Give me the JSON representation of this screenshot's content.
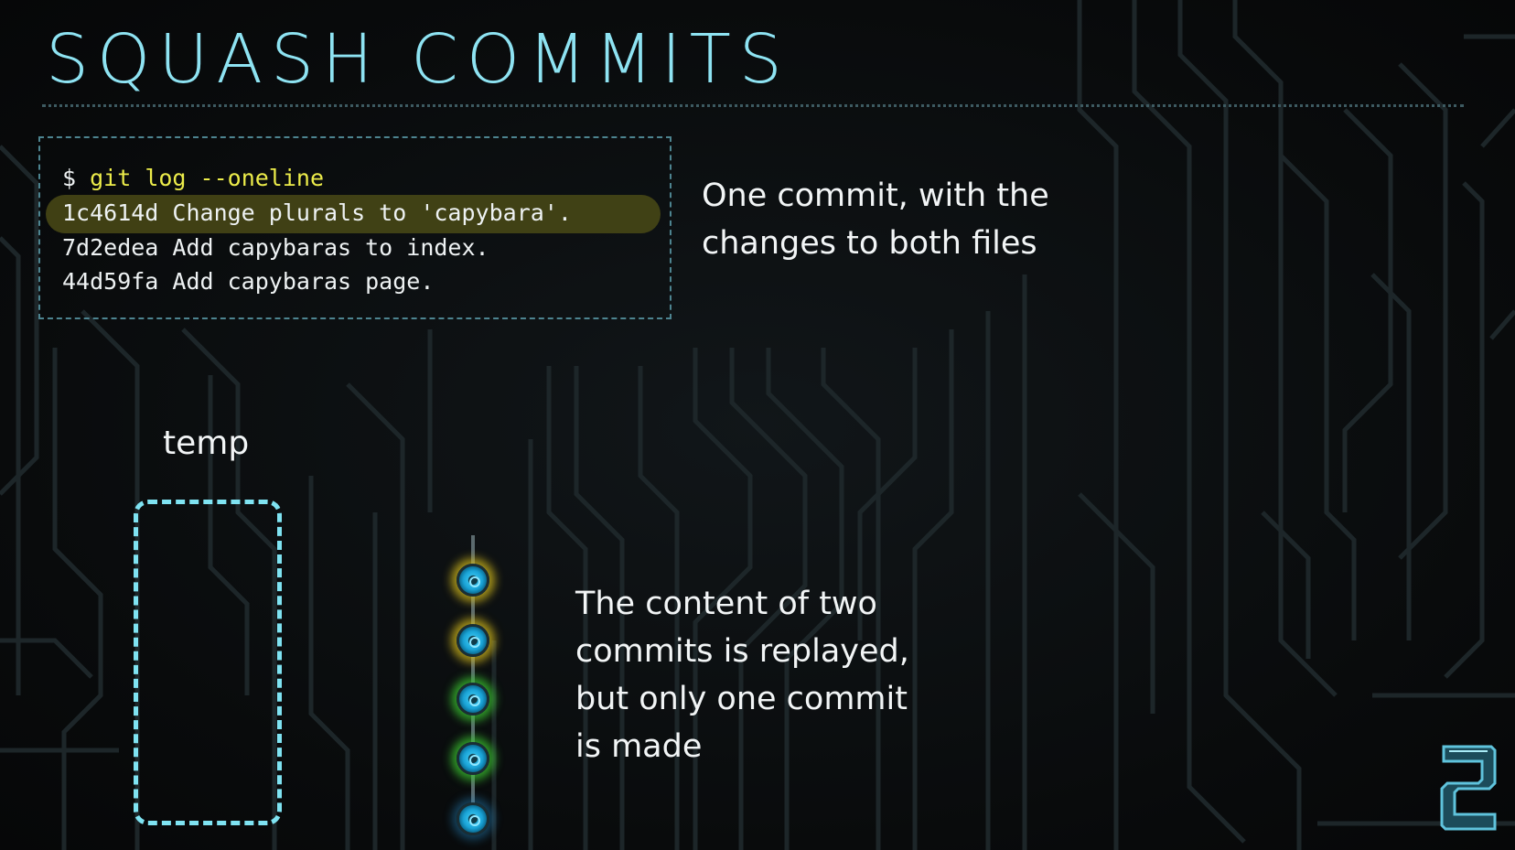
{
  "slide": {
    "title": "SQUASH COMMITS"
  },
  "terminal": {
    "prompt": "$",
    "command": "git log --oneline",
    "lines": [
      "1c4614d Change plurals to 'capybara'.",
      "7d2edea Add capybaras to index.",
      "44d59fa Add capybaras page."
    ],
    "highlighted_line_index": 0
  },
  "notes": {
    "top": [
      "One commit, with the",
      "changes to both files"
    ],
    "bottom": [
      "The content of two",
      "commits is replayed,",
      "but only one commit",
      "is made"
    ]
  },
  "branch": {
    "label": "temp"
  },
  "commit_nodes": [
    {
      "glow": "yellow"
    },
    {
      "glow": "yellow"
    },
    {
      "glow": "green"
    },
    {
      "glow": "green"
    },
    {
      "glow": "blue"
    }
  ],
  "colors": {
    "title": "#8ee3f2",
    "command": "#ecec4a",
    "highlight": "#4a4a16",
    "branch_outline": "#7fe3f2",
    "commit_blue": "#1aa3d6"
  },
  "icons": {
    "logo": "stylized-2-logo-icon"
  }
}
